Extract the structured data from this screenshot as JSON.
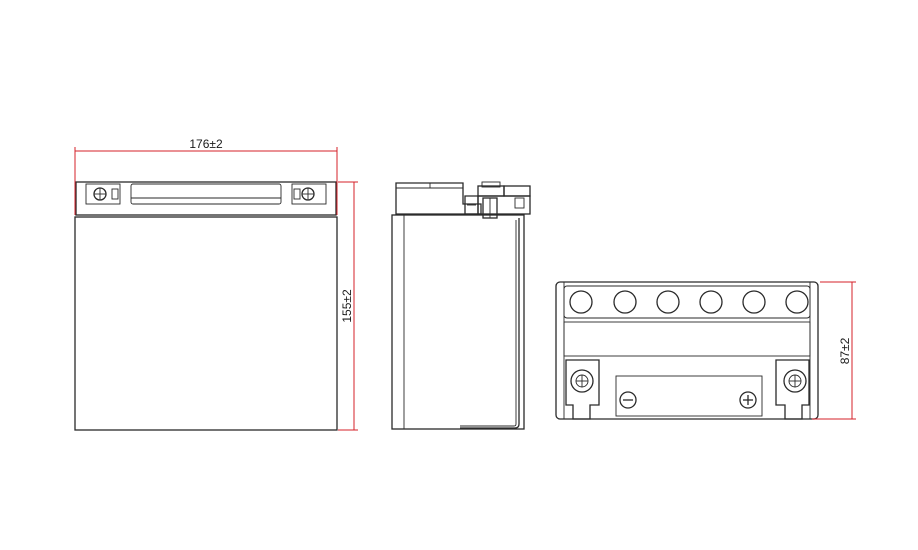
{
  "drawing": {
    "line_color": "#2a2a2a",
    "dimension_color": "#d4202a",
    "dimensions": {
      "length": "176±2",
      "height": "155±2",
      "width": "87±2"
    },
    "terminals": {
      "negative_symbol": "−",
      "positive_symbol": "+"
    }
  }
}
